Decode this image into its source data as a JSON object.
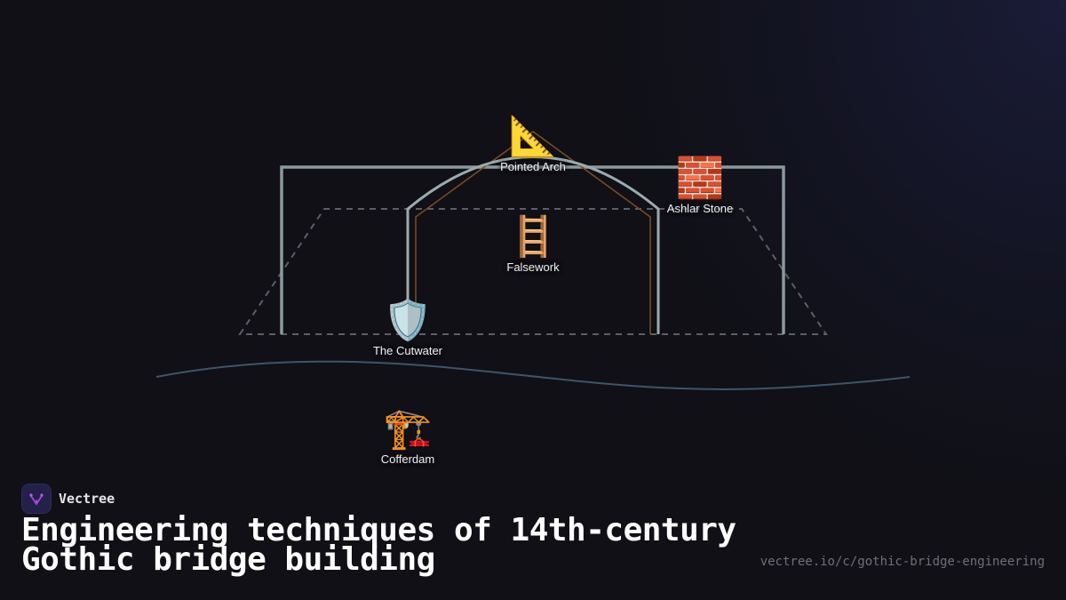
{
  "diagram": {
    "nodes": [
      {
        "id": "pointed-arch",
        "label": "Pointed Arch",
        "icon": "triangular-ruler-icon",
        "glyph": "📐"
      },
      {
        "id": "ashlar-stone",
        "label": "Ashlar Stone",
        "icon": "brick-icon",
        "glyph": "🧱"
      },
      {
        "id": "falsework",
        "label": "Falsework",
        "icon": "ladder-icon",
        "glyph": "🪜"
      },
      {
        "id": "the-cutwater",
        "label": "The Cutwater",
        "icon": "shield-icon",
        "glyph": "🛡️"
      },
      {
        "id": "cofferdam",
        "label": "Cofferdam",
        "icon": "construction-crane-icon",
        "glyph": "🏗️"
      }
    ],
    "colors": {
      "structure_line": "#8a9a9c",
      "falsework_line": "#7a4a22",
      "dashed_outline": "#5c5f66",
      "river_line": "#3e5569",
      "background": "#101016"
    }
  },
  "footer": {
    "brand_name": "Vectree",
    "title_line1": "Engineering techniques of 14th-century",
    "title_line2": "Gothic bridge building",
    "url": "vectree.io/c/gothic-bridge-engineering"
  }
}
